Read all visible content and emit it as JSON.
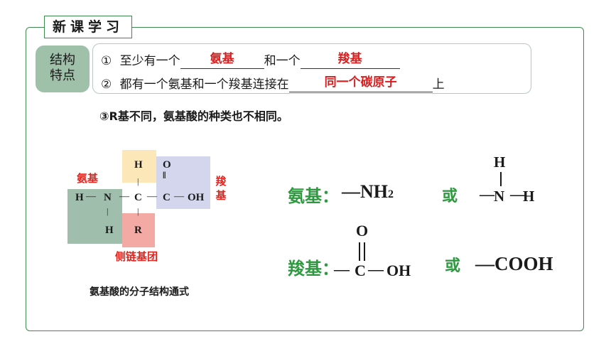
{
  "header": {
    "title": "新课学习"
  },
  "tag": {
    "line1": "结构",
    "line2": "特点"
  },
  "points": {
    "p1_num": "①",
    "p1_a": "至少有一个",
    "p1_fill1": "氨基",
    "p1_b": "和一个",
    "p1_fill2": "羧基",
    "p2_num": "②",
    "p2_a": "都有一个氨基和一个羧基连接在",
    "p2_fill": "同一个碳原子",
    "p2_b": "上",
    "p3": "③R基不同，氨基酸的种类也不相同。"
  },
  "structure": {
    "label_amino": "氨基",
    "label_carboxyl_1": "羧",
    "label_carboxyl_2": "基",
    "label_side": "侧链基团",
    "caption": "氨基酸的分子结构通式",
    "atoms": {
      "h_top": "H",
      "o_top": "O",
      "h_left": "H",
      "n": "N",
      "c1": "C",
      "c2": "C",
      "oh": "OH",
      "h_bottom": "H",
      "r": "R"
    },
    "bonds": {
      "h_n": "—",
      "n_c": "—",
      "c_c": "—",
      "c_oh": "—",
      "vert": "|",
      "dbl": "‖"
    },
    "colors": {
      "amino_box": "#9fbfac",
      "h_box": "#fbe7b8",
      "carboxyl_box": "#d3d6ec",
      "r_box": "#f3aaa4"
    }
  },
  "amino_group": {
    "label": "氨基：",
    "formula_dash": "—",
    "formula_main": "NH",
    "formula_sub": "2",
    "or": "或",
    "alt_h": "H",
    "alt_n": "N",
    "alt_right_h": "H",
    "alt_bond_left": "—",
    "alt_bond_right": "—"
  },
  "carboxyl_group": {
    "label": "羧基：",
    "o": "O",
    "c": "C",
    "oh": "OH",
    "dash": "—",
    "or": "或",
    "alt": "—COOH"
  }
}
